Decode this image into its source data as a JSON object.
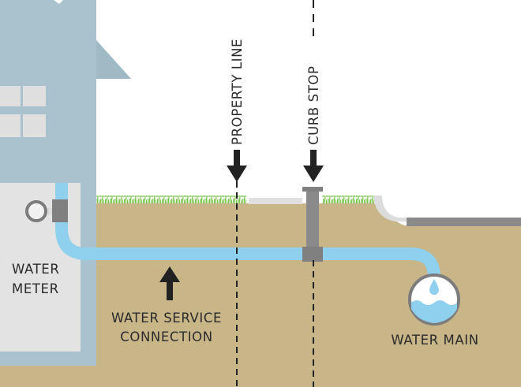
{
  "labels": {
    "property_line": "PROPERTY LINE",
    "curb_stop": "CURB STOP",
    "water_meter_line1": "WATER",
    "water_meter_line2": "METER",
    "service_line1": "WATER SERVICE",
    "service_line2": "CONNECTION",
    "water_main": "WATER MAIN"
  },
  "colors": {
    "soil": "#c8b588",
    "house": "#a9c2cd",
    "basement": "#e3e3e3",
    "pipe": "#8fd0ee",
    "grass": "#6fbf3f",
    "curb_stop": "#8a8a8a",
    "text": "#2b2b2b"
  }
}
